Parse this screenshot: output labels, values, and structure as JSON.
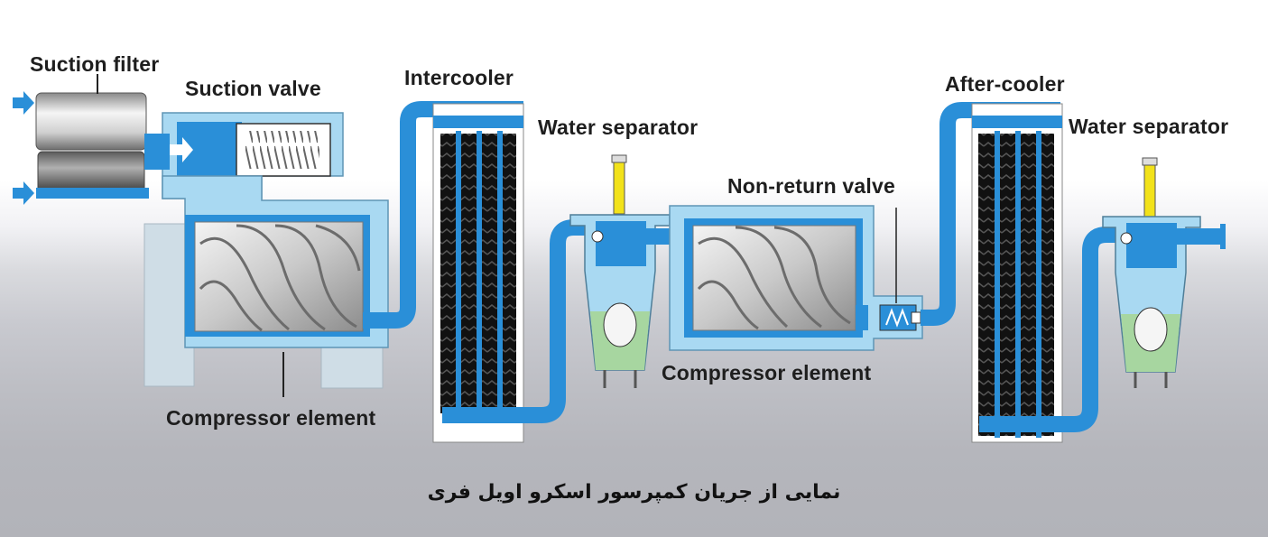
{
  "labels": {
    "suction_filter": "Suction filter",
    "suction_valve": "Suction valve",
    "intercooler": "Intercooler",
    "water_separator_1": "Water separator",
    "compressor_element_1": "Compressor element",
    "non_return_valve": "Non-return valve",
    "compressor_element_2": "Compressor element",
    "after_cooler": "After-cooler",
    "water_separator_2": "Water separator"
  },
  "caption": "نمایی از  جریان کمپرسور اسکرو اویل فری",
  "colors": {
    "pipe_blue": "#2a8fd8",
    "housing_light_blue": "#a9d9f2",
    "frame_grey": "#cfdde6",
    "water_green": "#a7d6a0",
    "indicator_yellow": "#f2e21a",
    "cooler_dark": "#1a1a1a"
  }
}
